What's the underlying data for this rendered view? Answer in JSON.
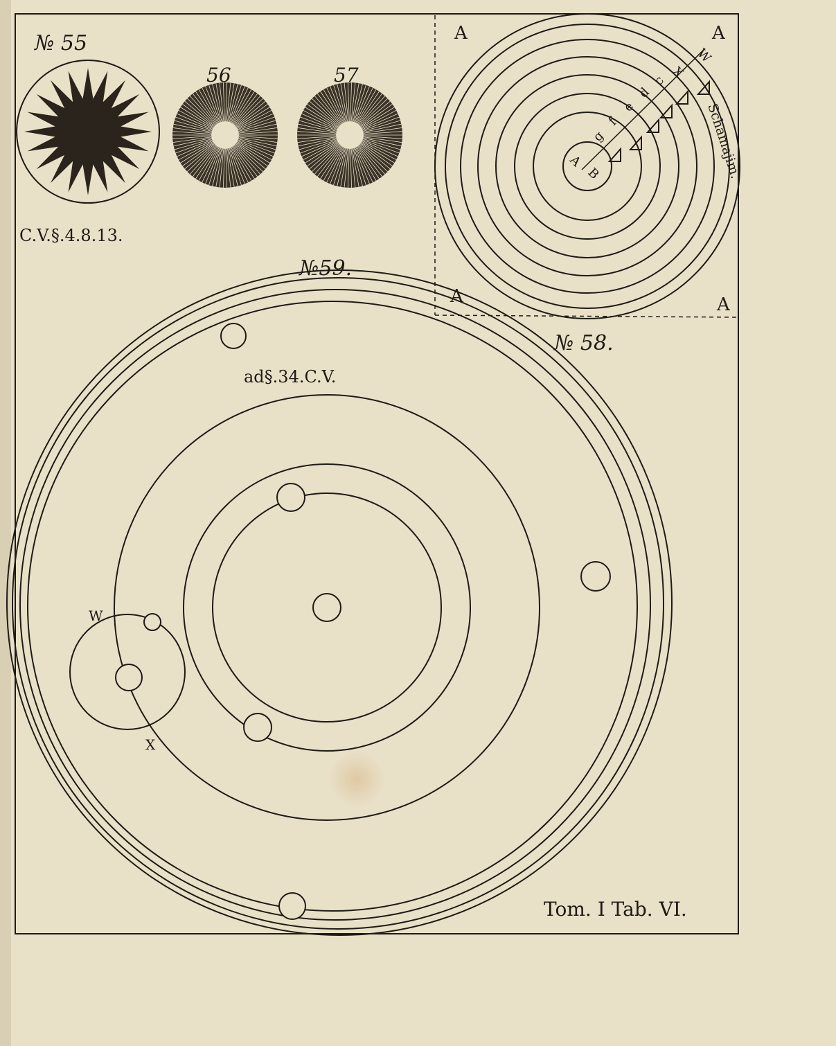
{
  "figures": {
    "fig55": {
      "label": "№ 55",
      "ref": "C.V.§.4.8.13."
    },
    "fig56": {
      "label": "56"
    },
    "fig57": {
      "label": "57"
    },
    "fig58": {
      "label": "№ 58.",
      "corner_labels": [
        "A",
        "A",
        "A",
        "A"
      ],
      "ray_labels": [
        "A",
        "B",
        "g",
        "f",
        "e",
        "d",
        "c",
        "X",
        "W"
      ],
      "outer_label": "Schamajim."
    },
    "fig59": {
      "label": "№59.",
      "ref": "ad§.34.C.V.",
      "epicycle_labels": [
        "W",
        "X"
      ]
    }
  },
  "plate_caption": "Tom. I Tab. VI.",
  "colors": {
    "paper": "#e9e0c8",
    "ink": "#1e1a14"
  }
}
